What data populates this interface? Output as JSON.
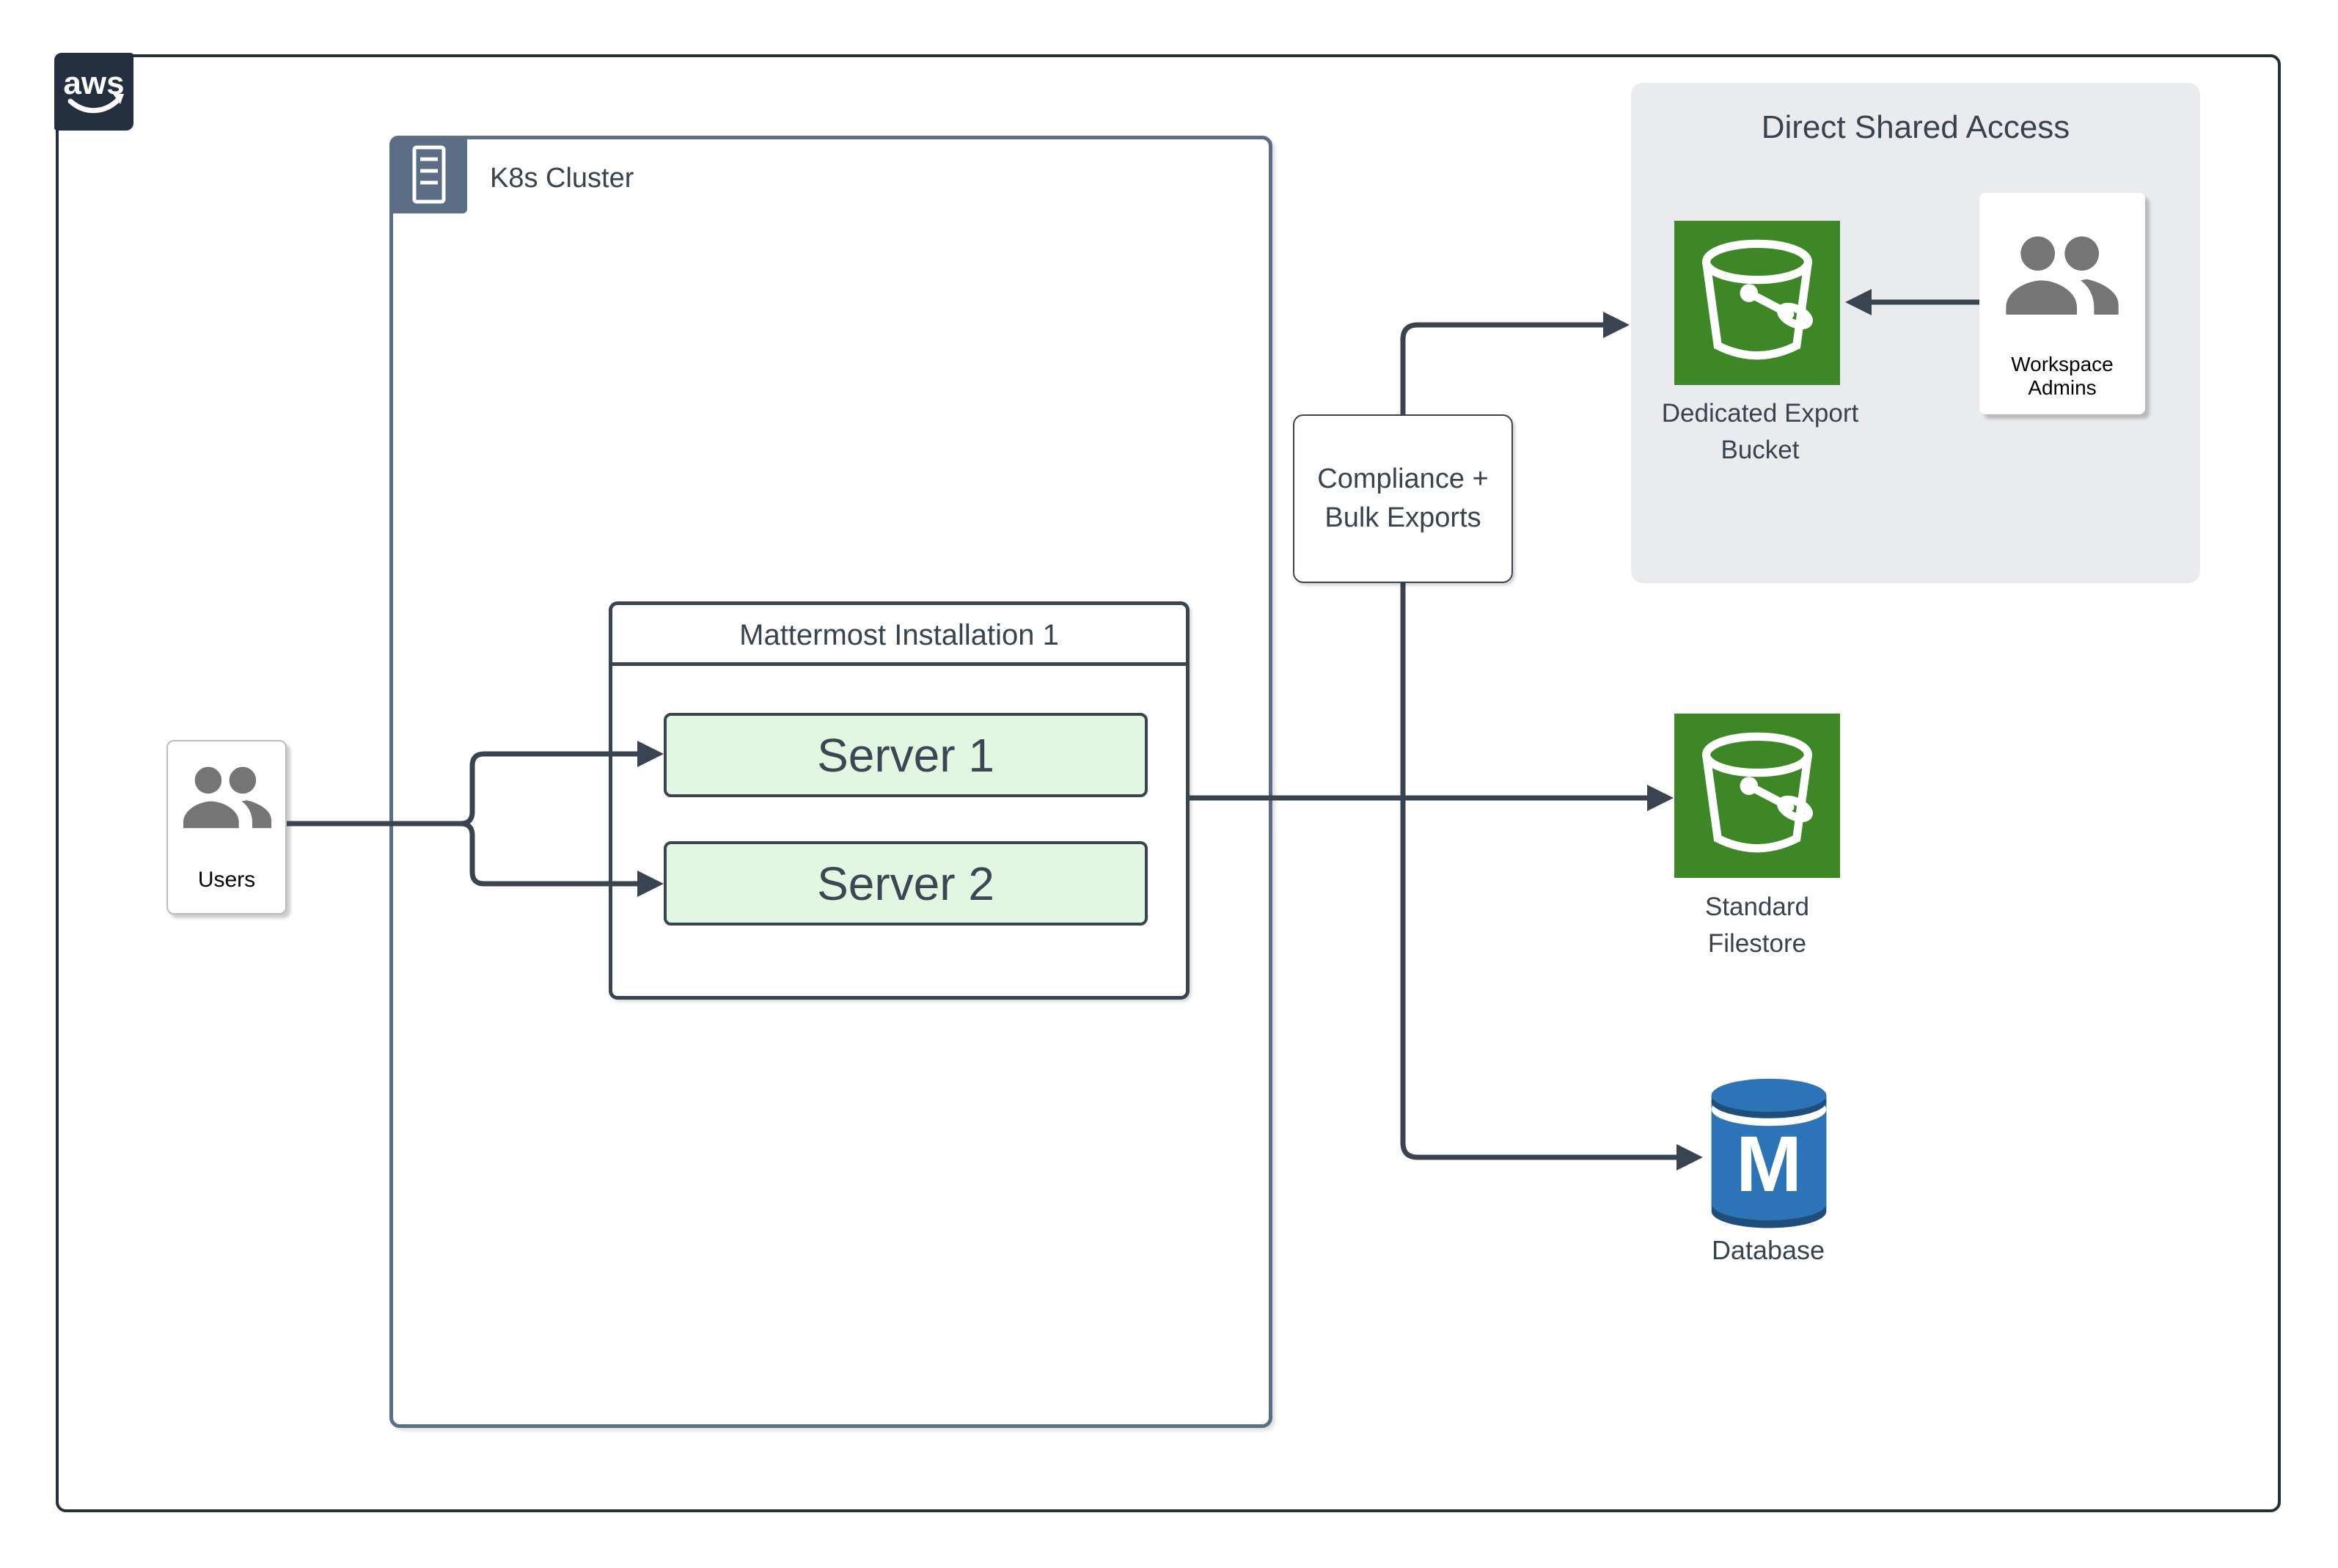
{
  "aws": {
    "logo_text": "aws"
  },
  "k8s_cluster": {
    "label": "K8s Cluster"
  },
  "mattermost": {
    "title": "Mattermost Installation 1",
    "servers": [
      {
        "label": "Server 1"
      },
      {
        "label": "Server 2"
      }
    ]
  },
  "users": {
    "label": "Users"
  },
  "compliance": {
    "label_line1": "Compliance +",
    "label_line2": "Bulk Exports"
  },
  "direct_shared_access": {
    "title": "Direct Shared Access",
    "bucket_label_line1": "Dedicated Export",
    "bucket_label_line2": "Bucket",
    "admins_label": "Workspace Admins"
  },
  "standard_filestore": {
    "label_line1": "Standard",
    "label_line2": "Filestore"
  },
  "database": {
    "label": "Database",
    "icon_letter": "M"
  },
  "icons": [
    "aws-smile-logo",
    "server-rack-icon",
    "people-icon",
    "s3-bucket-icon",
    "database-cylinder-icon"
  ],
  "colors": {
    "outline_navy": "#232f3e",
    "connector_slate": "#3a4450",
    "text_slate": "#39434f",
    "k8s_border": "#5b6e85",
    "server_fill": "#e1f7e2",
    "region_fill": "#e9ebee",
    "bucket_green": "#3e8727",
    "database_blue": "#2d73b8",
    "database_dark_blue": "#1e4e79",
    "people_gray": "#757575"
  }
}
